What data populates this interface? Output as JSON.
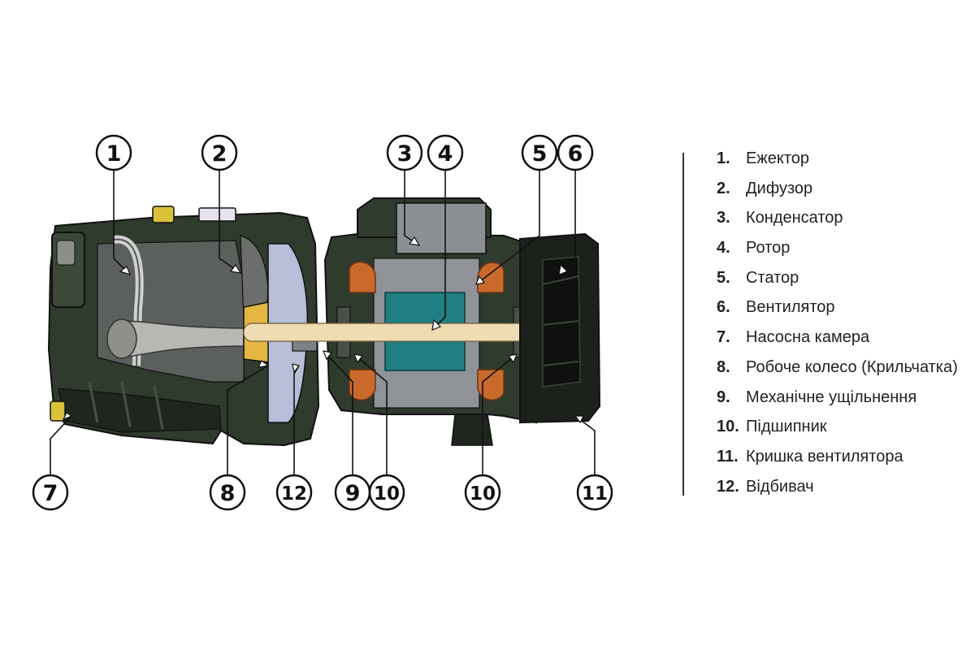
{
  "callouts": [
    {
      "id": "c1",
      "label": "1"
    },
    {
      "id": "c2",
      "label": "2"
    },
    {
      "id": "c3",
      "label": "3"
    },
    {
      "id": "c4",
      "label": "4"
    },
    {
      "id": "c5",
      "label": "5"
    },
    {
      "id": "c6",
      "label": "6"
    },
    {
      "id": "c7",
      "label": "7"
    },
    {
      "id": "c8",
      "label": "8"
    },
    {
      "id": "c12",
      "label": "12"
    },
    {
      "id": "c9",
      "label": "9"
    },
    {
      "id": "c10a",
      "label": "10"
    },
    {
      "id": "c10b",
      "label": "10"
    },
    {
      "id": "c11",
      "label": "11"
    }
  ],
  "legend": [
    {
      "num": "1.",
      "label": "Ежектор"
    },
    {
      "num": "2.",
      "label": "Дифузор"
    },
    {
      "num": "3.",
      "label": "Конденсатор"
    },
    {
      "num": "4.",
      "label": "Ротор"
    },
    {
      "num": "5.",
      "label": "Статор"
    },
    {
      "num": "6.",
      "label": "Вентилятор"
    },
    {
      "num": "7.",
      "label": "Насосна камера"
    },
    {
      "num": "8.",
      "label": "Робоче колесо (Крильчатка)"
    },
    {
      "num": "9.",
      "label": "Механічне ущільнення"
    },
    {
      "num": "10.",
      "label": "Підшипник"
    },
    {
      "num": "11.",
      "label": "Кришка вентилятора"
    },
    {
      "num": "12.",
      "label": "Відбивач"
    }
  ],
  "colors": {
    "housing": "#2f3b2c",
    "housing_light": "#4e5e4b",
    "casting_dark": "#1c211b",
    "shaft": "#efdcb3",
    "rotor": "#1f7f83",
    "stator_copper": "#c96a2c",
    "impeller_brass": "#e2b640",
    "impeller_blue": "#b8bdd8",
    "gray_part": "#9b9ea3"
  }
}
